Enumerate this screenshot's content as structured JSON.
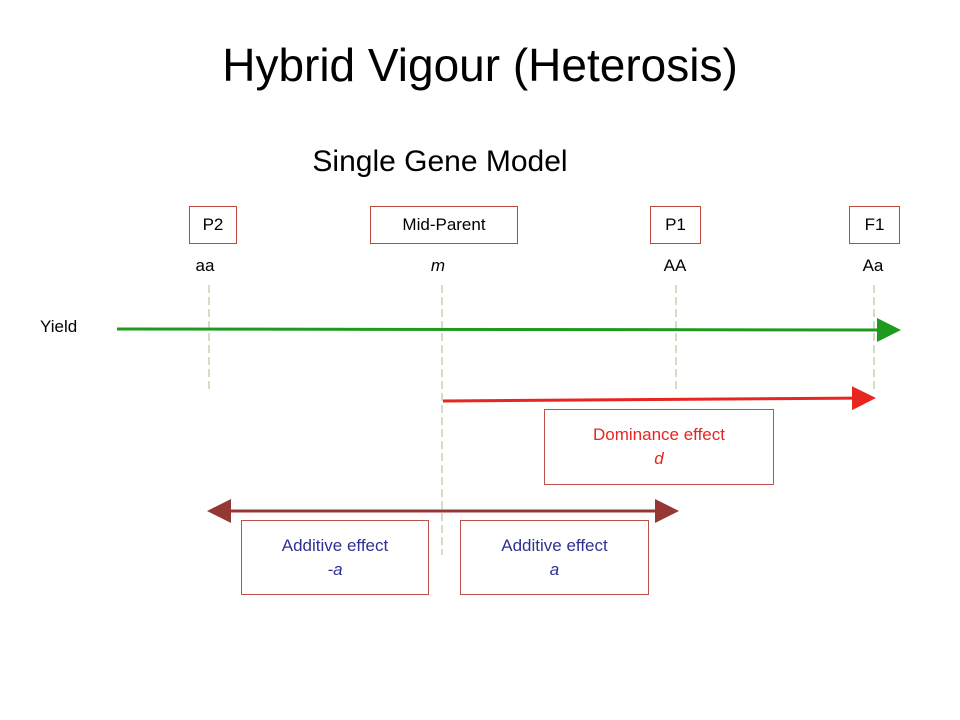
{
  "title": "Hybrid Vigour (Heterosis)",
  "subtitle": "Single Gene Model",
  "points": [
    {
      "key": "p2",
      "label": "P2",
      "genotype": "aa"
    },
    {
      "key": "mid",
      "label": "Mid-Parent",
      "genotype": "m"
    },
    {
      "key": "p1",
      "label": "P1",
      "genotype": "AA"
    },
    {
      "key": "f1",
      "label": "F1",
      "genotype": "Aa"
    }
  ],
  "axis_label": "Yield",
  "effects": {
    "dominance": {
      "label": "Dominance effect",
      "symbol": "d"
    },
    "additive_neg": {
      "label": "Additive effect",
      "symbol": "-a"
    },
    "additive_pos": {
      "label": "Additive effect",
      "symbol": "a"
    }
  },
  "colors": {
    "axis_arrow": "#1e9a1e",
    "dominance_arrow": "#e8251f",
    "additive_arrow": "#953735",
    "guide_line": "#b5c99a",
    "box_border": "#c0504d",
    "additive_text": "#2e3192",
    "dominance_text": "#e8251f"
  }
}
